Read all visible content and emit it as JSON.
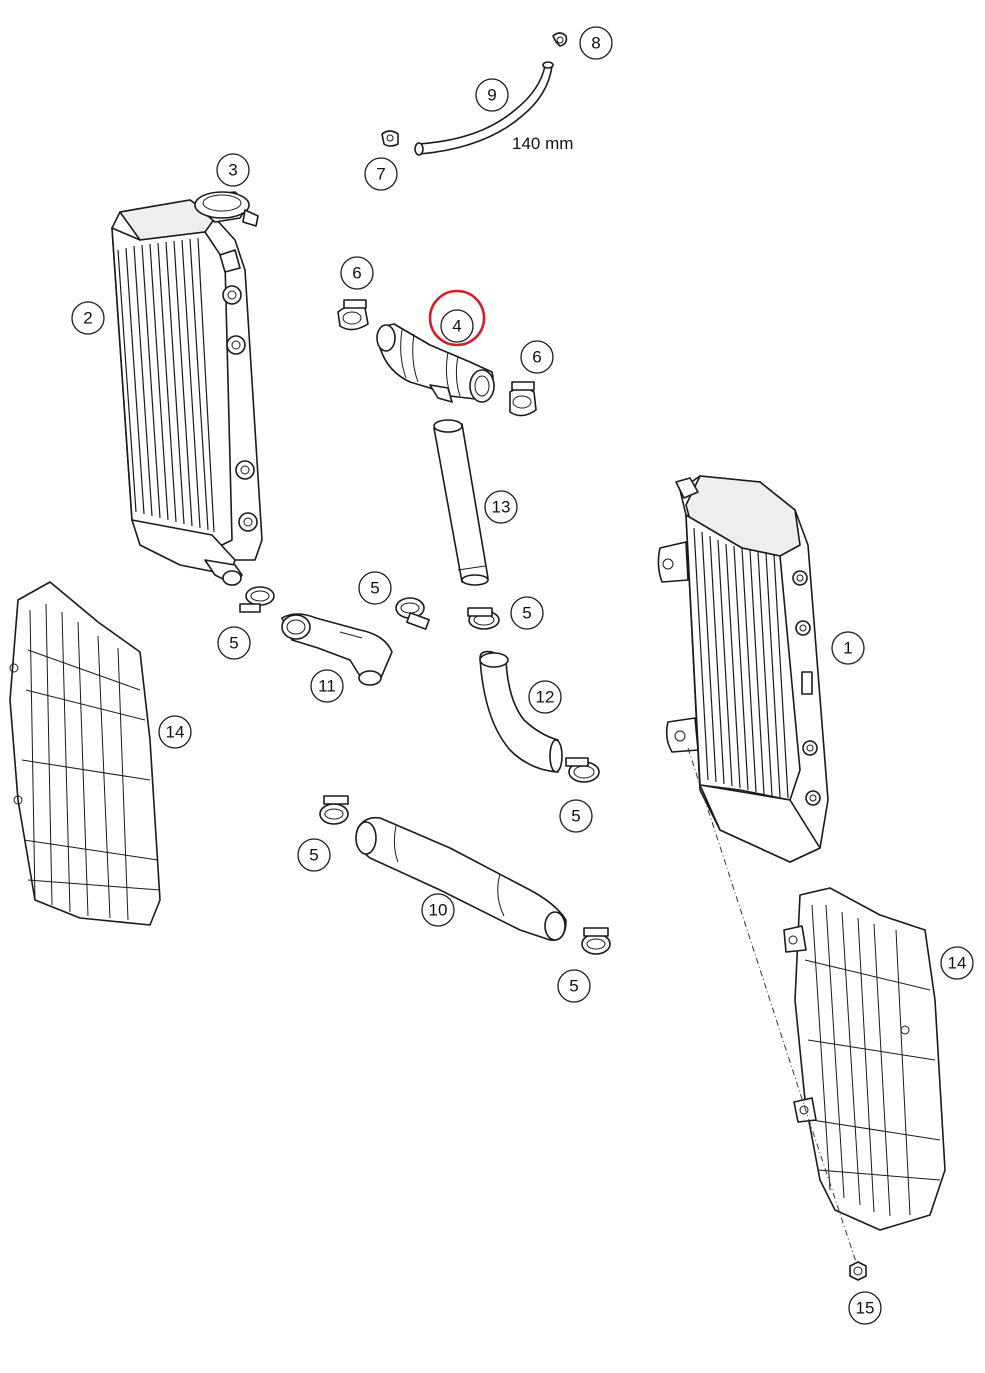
{
  "callouts": {
    "c1": "1",
    "c2": "2",
    "c3": "3",
    "c4": "4",
    "c5a": "5",
    "c5b": "5",
    "c5c": "5",
    "c5d": "5",
    "c5e": "5",
    "c5f": "5",
    "c6a": "6",
    "c6b": "6",
    "c7": "7",
    "c8": "8",
    "c9": "9",
    "c10": "10",
    "c11": "11",
    "c12": "12",
    "c13": "13",
    "c14a": "14",
    "c14b": "14",
    "c15": "15"
  },
  "dimension_label": "140 mm",
  "colors": {
    "line": "#1a1a1a",
    "highlight": "#d0202a",
    "background": "#ffffff"
  },
  "highlighted_part": "4"
}
